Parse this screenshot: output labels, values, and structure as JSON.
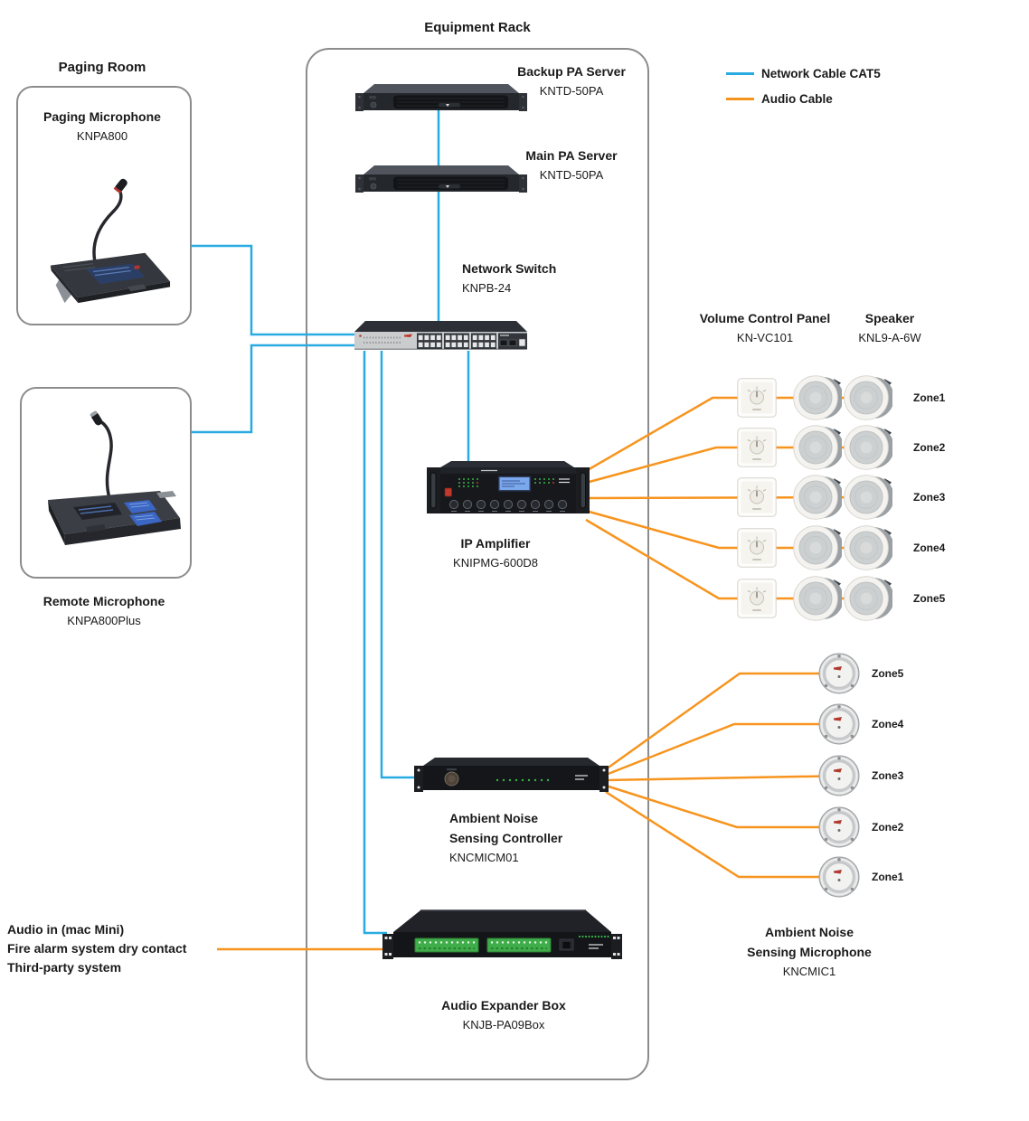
{
  "title": "Equipment Rack",
  "legend": {
    "network": {
      "label": "Network Cable CAT5",
      "color": "#29ABE2"
    },
    "audio": {
      "label": "Audio Cable",
      "color": "#F7941E"
    }
  },
  "paging_room": {
    "title": "Paging Room",
    "paging_mic": {
      "name": "Paging Microphone",
      "model": "KNPA800"
    },
    "remote_mic": {
      "name": "Remote Microphone",
      "model": "KNPA800Plus"
    }
  },
  "rack": {
    "backup_server": {
      "name": "Backup PA Server",
      "model": "KNTD-50PA"
    },
    "main_server": {
      "name": "Main PA Server",
      "model": "KNTD-50PA"
    },
    "network_switch": {
      "name": "Network Switch",
      "model": "KNPB-24"
    },
    "ip_amplifier": {
      "name": "IP Amplifier",
      "model": "KNIPMG-600D8"
    },
    "noise_controller": {
      "line1": "Ambient Noise",
      "line2": "Sensing Controller",
      "model": "KNCMICM01"
    },
    "audio_expander": {
      "name": "Audio Expander Box",
      "model": "KNJB-PA09Box"
    }
  },
  "zones_speakers": {
    "panel": {
      "name": "Volume Control Panel",
      "model": "KN-VC101"
    },
    "speaker": {
      "name": "Speaker",
      "model": "KNL9-A-6W"
    },
    "labels": [
      "Zone1",
      "Zone2",
      "Zone3",
      "Zone4",
      "Zone5"
    ]
  },
  "zones_mics": {
    "labels": [
      "Zone5",
      "Zone4",
      "Zone3",
      "Zone2",
      "Zone1"
    ],
    "device": {
      "line1": "Ambient Noise",
      "line2": "Sensing Microphone",
      "model": "KNCMIC1"
    }
  },
  "external_inputs": [
    "Audio in (mac Mini)",
    "Fire alarm system dry contact",
    "Third-party system"
  ]
}
